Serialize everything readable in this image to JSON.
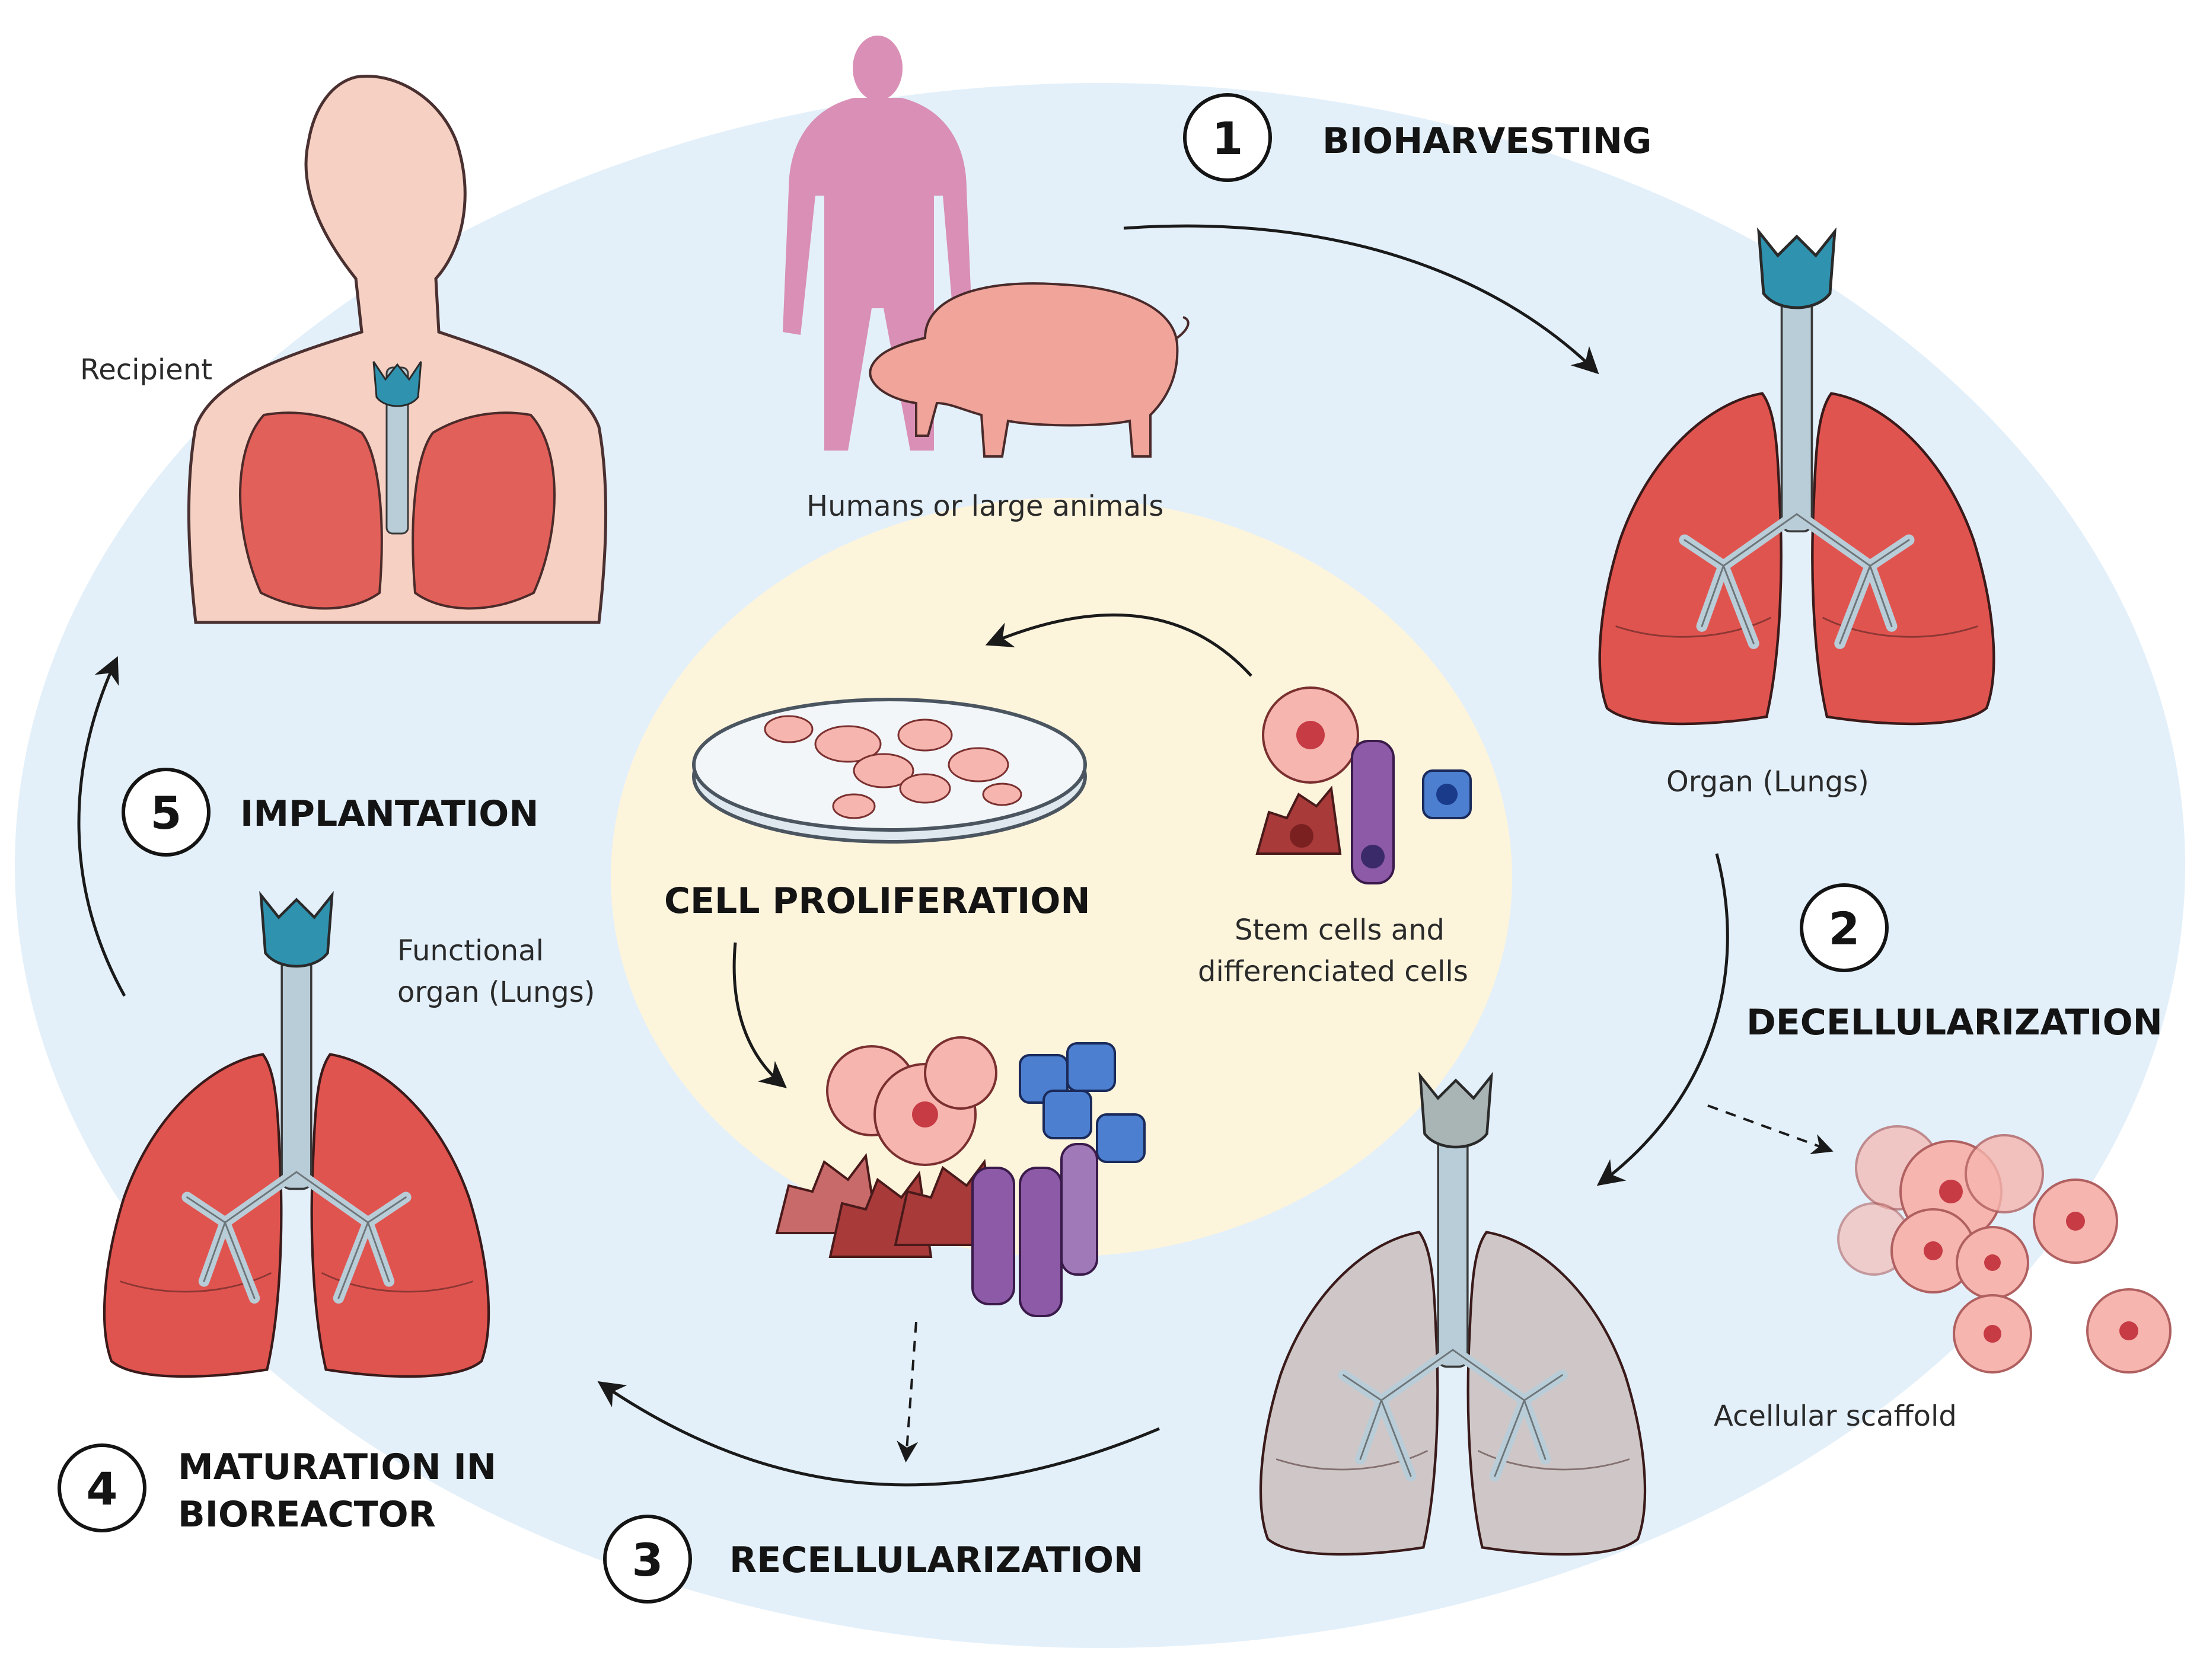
{
  "steps": [
    {
      "number": "1",
      "title": "BIOHARVESTING"
    },
    {
      "number": "2",
      "title": "DECELLULARIZATION"
    },
    {
      "number": "3",
      "title": "RECELLULARIZATION"
    },
    {
      "number": "4",
      "title_line1": "MATURATION IN",
      "title_line2": "BIOREACTOR"
    },
    {
      "number": "5",
      "title": "IMPLANTATION"
    }
  ],
  "center_title": "CELL PROLIFERATION",
  "captions": {
    "donors": "Humans or large animals",
    "organ": "Organ (Lungs)",
    "stem_line1": "Stem cells and",
    "stem_line2": "differenciated cells",
    "functional_line1": "Functional",
    "functional_line2": "organ (Lungs)",
    "scaffold": "Acellular scaffold",
    "recipient": "Recipient"
  },
  "colors": {
    "outer_ellipse": "#e3f0fa",
    "inner_ellipse": "#fdf4dc",
    "lung": "#e0544f",
    "lung_dark": "#b3293a",
    "trachea": "#b8cdd8",
    "larynx": "#2f93b0",
    "scaffold": "#cfc7c7",
    "skin": "#f6d0c2",
    "human_silhouette": "#d98fb6",
    "pig": "#f0a49a",
    "cell_pink": "#f6b5ae",
    "cell_nucleus": "#c73b45",
    "cell_purple": "#8c5aa6",
    "cell_blue": "#4c7fd0",
    "cell_red": "#a83a3a"
  },
  "icons": [
    "human-silhouette-icon",
    "pig-icon",
    "lungs-icon",
    "petri-dish-icon",
    "cell-icon",
    "human-bust-icon"
  ]
}
